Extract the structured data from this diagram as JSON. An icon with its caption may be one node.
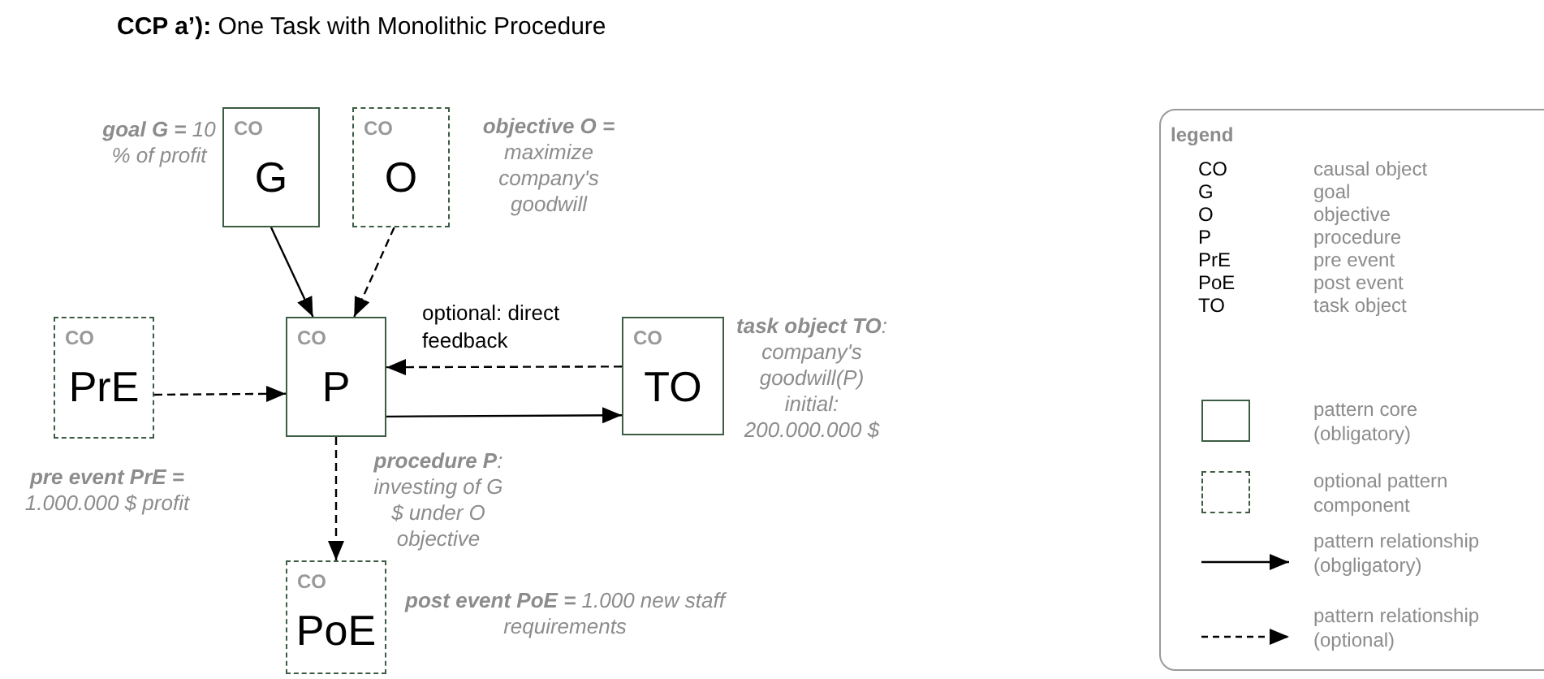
{
  "diagram": {
    "title": "**CCP a’):** One Task with Monolithic Procedure",
    "nodes": [
      {
        "text": [
          "CO",
          "G"
        ],
        "beside": [
          "**goal G =** 10 % of profit"
        ]
      },
      {
        "text": [
          "CO",
          "O"
        ],
        "beside": [
          "**objective O =** maximize company's goodwill"
        ]
      },
      {
        "text": [
          "CO",
          "PrE"
        ],
        "beside": [
          "**pre event PrE =** 1.000.000 $ profit"
        ]
      },
      {
        "text": [
          "CO",
          "P"
        ],
        "beside": [
          "**procedure P**: investing of G $ under O objective"
        ]
      },
      {
        "text": [
          "CO",
          "TO"
        ],
        "beside": [
          "**task object TO**: company's goodwill(P) initial: 200.000.000 $"
        ]
      },
      {
        "text": [
          "CO",
          "PoE"
        ],
        "beside": [
          "**post event PoE =** 1.000 new staff requirements"
        ]
      }
    ],
    "edges": [
      {
        "from": 0,
        "to": 3,
        "arrow": "to"
      },
      {
        "from": 1,
        "to": 3,
        "arrow": "to",
        "style": "dashed"
      },
      {
        "from": 2,
        "to": 3,
        "arrow": "to",
        "style": "dashed"
      },
      {
        "from": 4,
        "to": 3,
        "arrow": "to",
        "style": "dashed",
        "label": "optional: direct feedback"
      },
      {
        "from": 3,
        "to": 4,
        "arrow": "to"
      },
      {
        "from": 3,
        "to": 5,
        "arrow": "to",
        "style": "dashed"
      }
    ],
    "labels": [
      "legend",
      "CO",
      "causal object",
      "G",
      "goal",
      "O",
      "objective",
      "P",
      "procedure",
      "PrE",
      "pre event",
      "PoE",
      "post event",
      "TO",
      "task object"
    ],
    "legend": [
      {
        "text": "pattern core (obligatory)"
      },
      {
        "text": "optional pattern component"
      },
      {
        "text": "pattern relationship (obgligatory)"
      },
      {
        "text": "pattern relationship (optional)"
      }
    ]
  }
}
